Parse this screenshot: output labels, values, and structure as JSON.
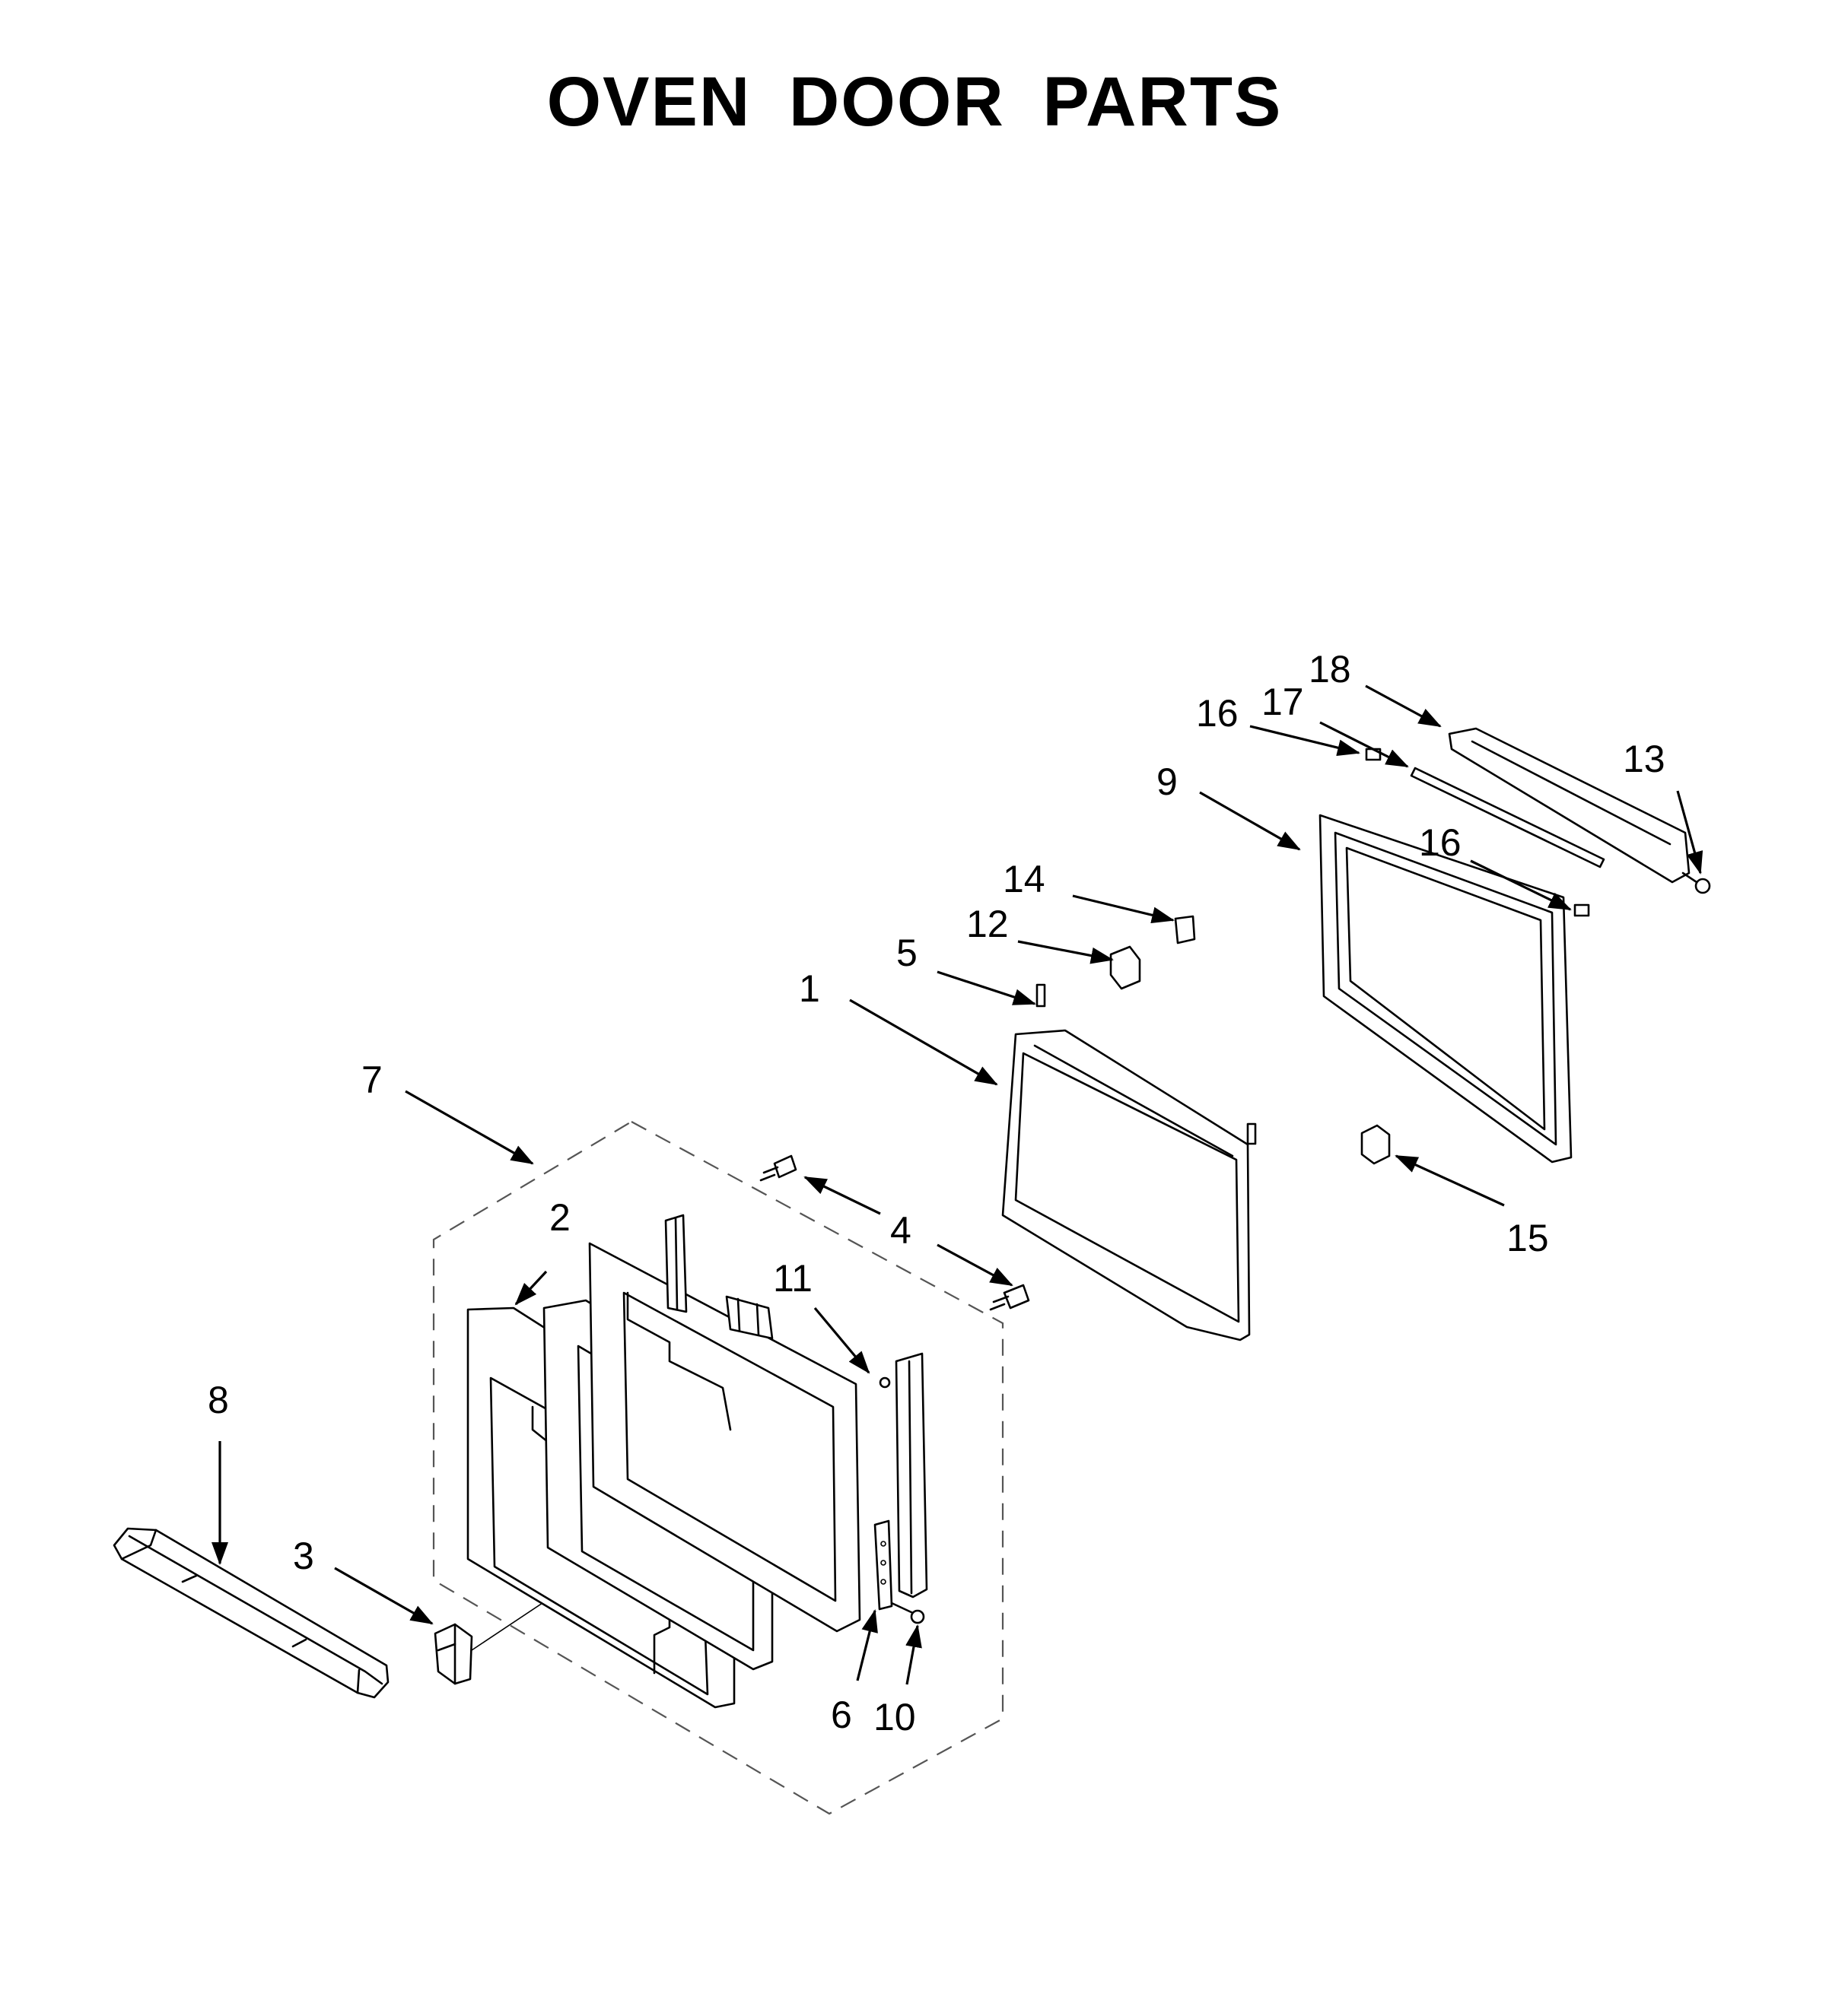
{
  "title": "OVEN DOOR PARTS",
  "callouts": {
    "c1": "1",
    "c2": "2",
    "c3": "3",
    "c4": "4",
    "c5": "5",
    "c6": "6",
    "c7": "7",
    "c8": "8",
    "c9": "9",
    "c10": "10",
    "c11": "11",
    "c12": "12",
    "c13": "13",
    "c14": "14",
    "c15": "15",
    "c16a": "16",
    "c16b": "16",
    "c17": "17",
    "c18": "18"
  }
}
